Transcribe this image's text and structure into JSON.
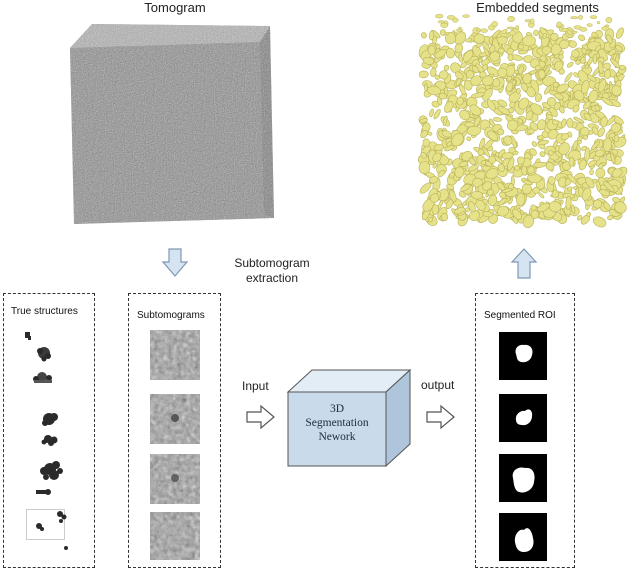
{
  "top": {
    "tomogram_title": "Tomogram",
    "segments_title": "Embedded segments"
  },
  "extraction_label_line1": "Subtomogram",
  "extraction_label_line2": "extraction",
  "boxes": {
    "true_structures": "True structures",
    "subtomograms": "Subtomograms",
    "segmented_roi": "Segmented ROI"
  },
  "network": {
    "line1": "3D",
    "line2": "Segmentation",
    "line3": "Nework"
  },
  "arrows": {
    "input": "Input",
    "output": "output"
  },
  "colors": {
    "tomogram": "#8a8a8a",
    "segments": "#e6e28a",
    "segments_edge": "#b8b25a",
    "cube_front": "#c9daeb",
    "cube_top": "#e3edf6",
    "cube_side": "#aec5dc",
    "arrow_fill": "#d6e4f1",
    "arrow_edge": "#7d99b6"
  }
}
